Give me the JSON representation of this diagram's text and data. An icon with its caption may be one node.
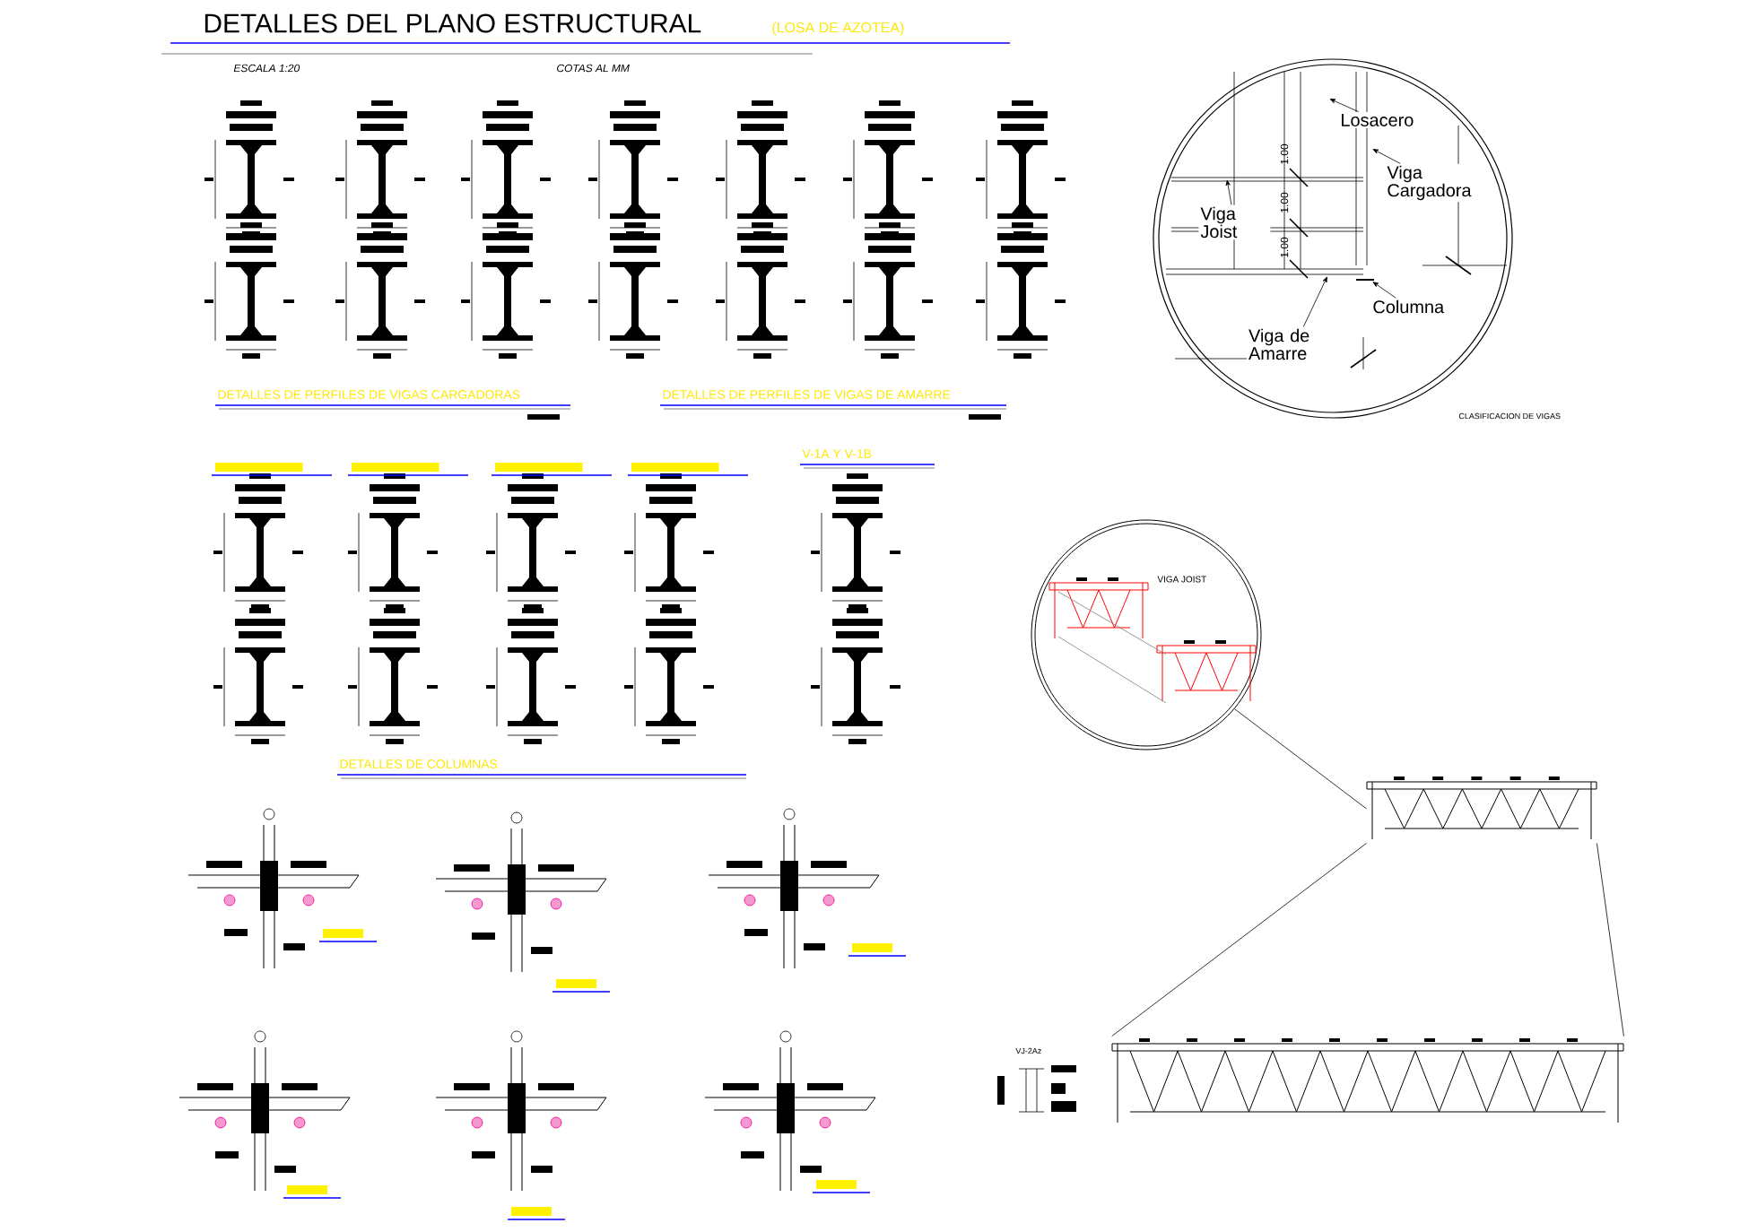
{
  "diagram": {
    "title": "DETALLES DEL PLANO ESTRUCTURAL",
    "nodes": [
      {
        "text": [
          "Losacero"
        ]
      },
      {
        "text": [
          "Viga Cargadora"
        ]
      },
      {
        "text": [
          "Viga Joist"
        ]
      },
      {
        "text": [
          "Columna"
        ]
      },
      {
        "text": [
          "Viga de Amarre"
        ]
      },
      {
        "text": [
          "VIGA JOIST"
        ]
      },
      {
        "text": [],
        "shape": "picture"
      },
      {
        "text": [],
        "shape": "picture"
      }
    ],
    "edges": [
      {
        "from": 0,
        "to": null,
        "arrow": "to"
      },
      {
        "from": 1,
        "to": null,
        "arrow": "to"
      },
      {
        "from": 2,
        "to": null,
        "arrow": "to"
      },
      {
        "from": 3,
        "to": null,
        "arrow": "to"
      },
      {
        "from": 4,
        "to": null,
        "arrow": "to"
      },
      {
        "from": 5,
        "to": 6,
        "arrow": "none"
      },
      {
        "from": 6,
        "to": 7,
        "arrow": "none"
      },
      {
        "from": 6,
        "to": 7,
        "arrow": "none"
      }
    ],
    "labels": [
      "(LOSA DE AZOTEA)",
      "ESCALA 1:20",
      "COTAS AL MM",
      "DETALLES DE PERFILES DE VIGAS CARGADORAS",
      "DETALLES DE PERFILES DE VIGAS DE AMARRE",
      "V-1A Y V-1B",
      "DETALLES DE COLUMNAS",
      "CLASIFICACION DE VIGAS",
      "1.00",
      "1.00",
      "1.00",
      "VJ-2Az"
    ]
  }
}
